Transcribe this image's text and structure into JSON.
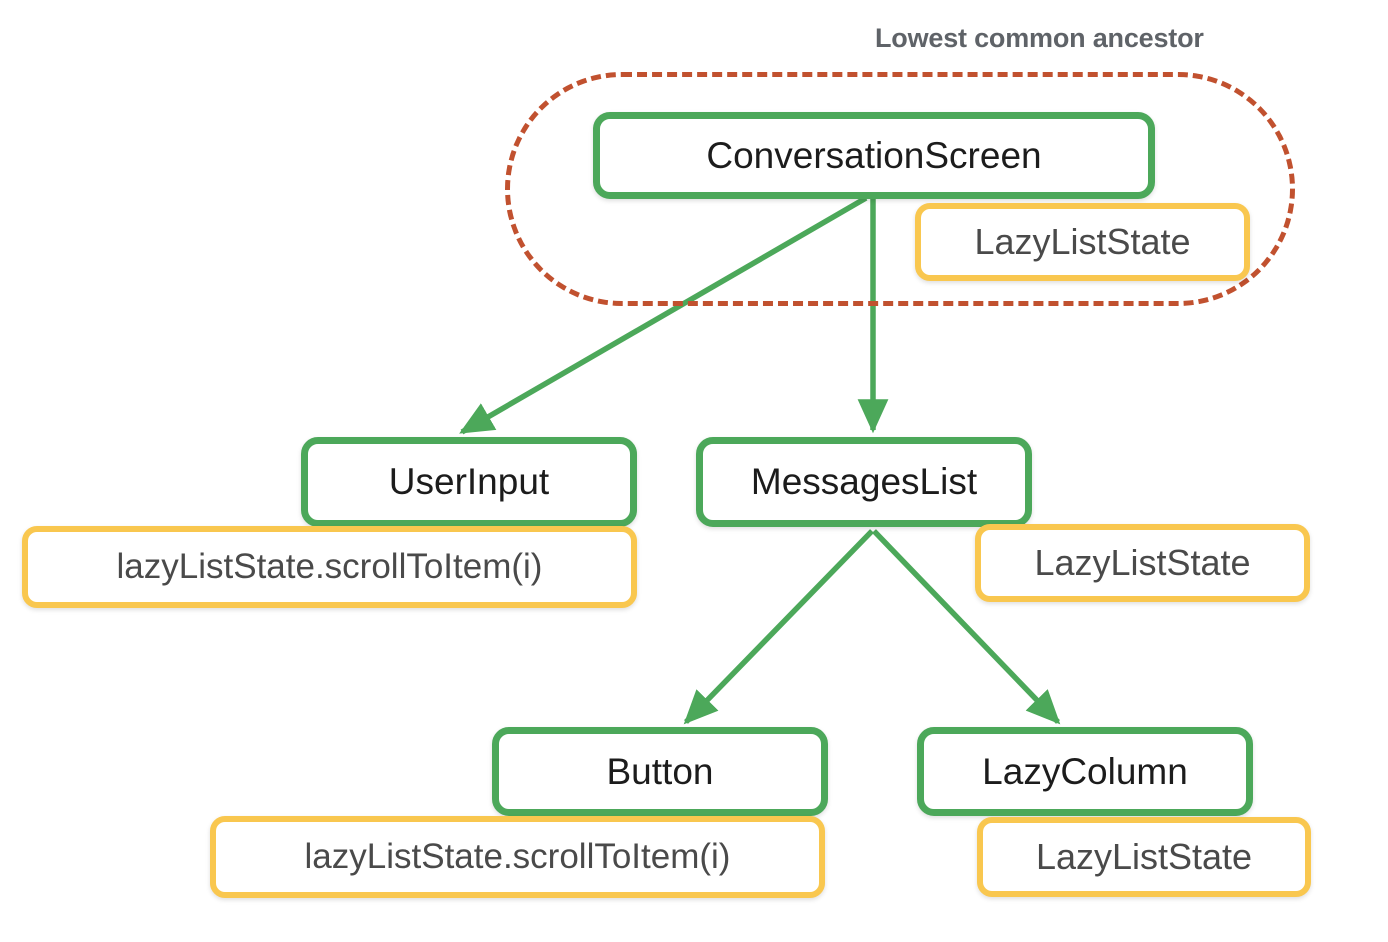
{
  "diagram": {
    "title_annotation": "Lowest common ancestor",
    "accent_colors": {
      "composable_border": "#4CA85A",
      "state_border": "#F9C74F",
      "region_border": "#C1512F",
      "annotation_text": "#5F6368",
      "composable_text": "#1C1C1C",
      "state_text": "#4A4A4A",
      "background": "#FFFFFF"
    },
    "nodes": {
      "conversation_screen": "ConversationScreen",
      "user_input": "UserInput",
      "messages_list": "MessagesList",
      "button": "Button",
      "lazy_column": "LazyColumn"
    },
    "state_boxes": {
      "conversation_screen_state": "LazyListState",
      "user_input_call": "lazyListState.scrollToItem(i)",
      "messages_list_state": "LazyListState",
      "button_call": "lazyListState.scrollToItem(i)",
      "lazy_column_state": "LazyListState"
    },
    "edges": [
      {
        "from": "ConversationScreen",
        "to": "UserInput"
      },
      {
        "from": "ConversationScreen",
        "to": "MessagesList"
      },
      {
        "from": "MessagesList",
        "to": "Button"
      },
      {
        "from": "MessagesList",
        "to": "LazyColumn"
      }
    ]
  }
}
